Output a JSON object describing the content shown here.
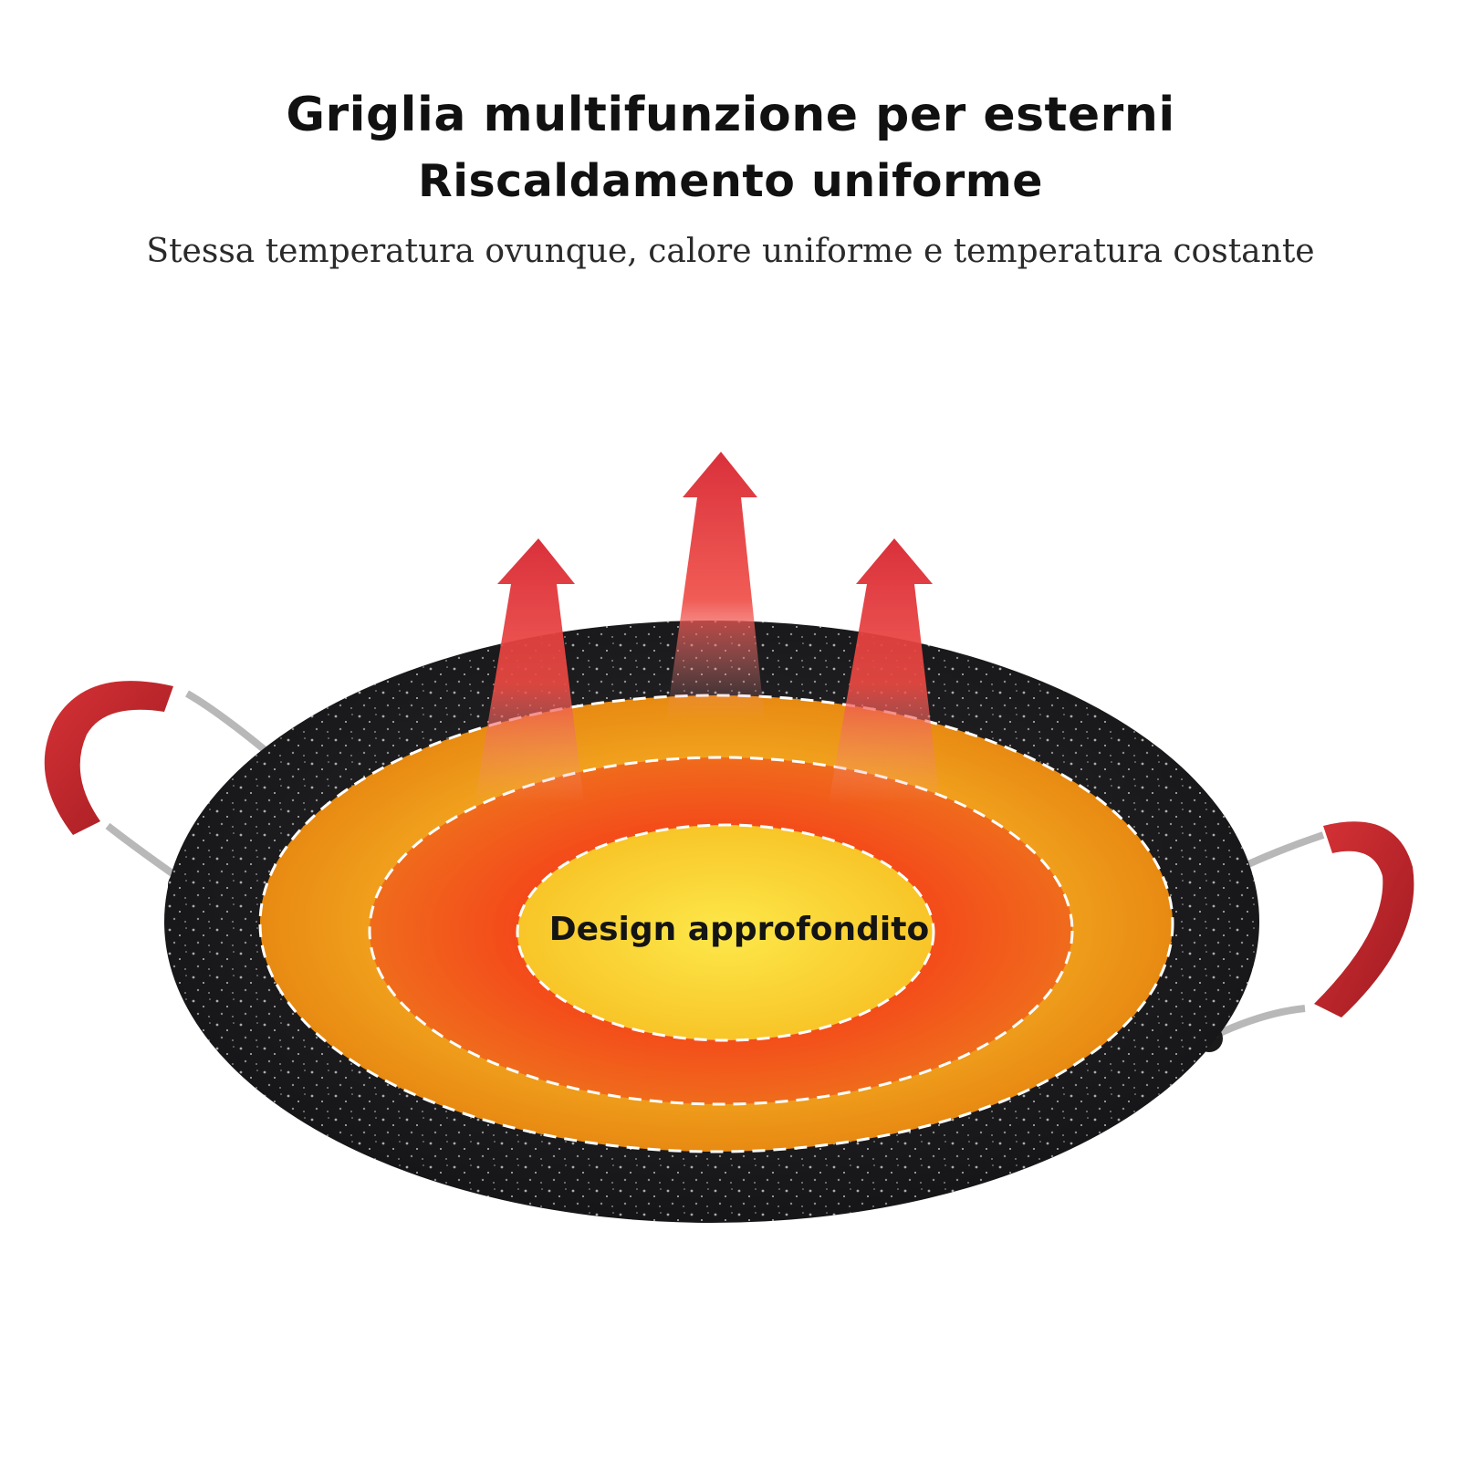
{
  "header": {
    "title_line1": "Griglia multifunzione per esterni",
    "title_line2": "Riscaldamento uniforme",
    "subtitle": "Stessa temperatura ovunque, calore uniforme e temperatura costante"
  },
  "pan": {
    "center_label": "Design approfondito",
    "zones": [
      "outer",
      "middle",
      "inner"
    ]
  },
  "colors": {
    "pan_body": "#1c1c1e",
    "handle": "#c0262c",
    "zone_outer": "#f0a020",
    "zone_middle": "#f25a1a",
    "zone_inner": "#fbe13a",
    "arrow": "#e0353d",
    "dash": "#ffffff"
  }
}
